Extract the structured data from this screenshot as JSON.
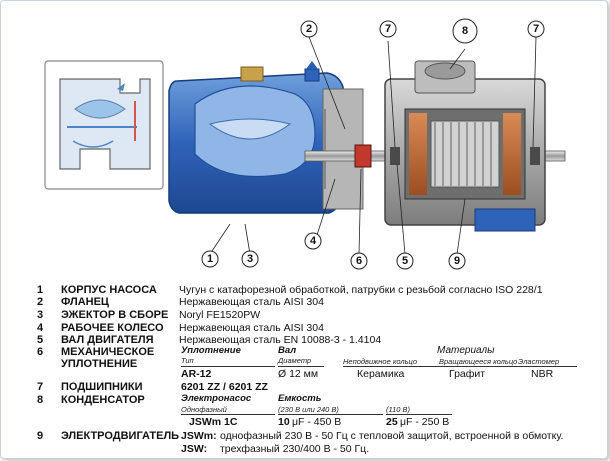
{
  "callouts": [
    "1",
    "3",
    "4",
    "6",
    "5",
    "9",
    "2",
    "7",
    "8",
    "7"
  ],
  "parts": [
    {
      "num": "1",
      "name": "КОРПУС НАСОСА",
      "material": "Чугун с катафорезной обработкой, патрубки с резьбой согласно ISO 228/1"
    },
    {
      "num": "2",
      "name": "ФЛАНЕЦ",
      "material": "Нержавеющая сталь AISI 304"
    },
    {
      "num": "3",
      "name": "ЭЖЕКТОР В СБОРЕ",
      "material": "Noryl FE1520PW"
    },
    {
      "num": "4",
      "name": "РАБОЧЕЕ КОЛЕСО",
      "material": "Нержавеющая сталь AISI 304"
    },
    {
      "num": "5",
      "name": "ВАЛ ДВИГАТЕЛЯ",
      "material": "Нержавеющая сталь EN 10088-3 - 1.4104"
    },
    {
      "num": "6",
      "name": "МЕХАНИЧЕСКОЕ УПЛОТНЕНИЕ"
    },
    {
      "num": "7",
      "name": "ПОДШИПНИКИ"
    },
    {
      "num": "8",
      "name": "КОНДЕНСАТОР"
    },
    {
      "num": "9",
      "name": "ЭЛЕКТРОДВИГАТЕЛЬ"
    }
  ],
  "seal": {
    "h_seal": "Уплотнение",
    "h_shaft": "Вал",
    "h_materials": "Материалы",
    "h_type": "Тип",
    "h_diameter": "Диаметр",
    "h_fixed": "Неподвижное кольцо",
    "h_rotating": "Вращающееся кольцо",
    "h_elastomer": "Эластомер",
    "type": "AR-12",
    "diameter": "Ø 12 мм",
    "fixed": "Керамика",
    "rotating": "Графит",
    "elastomer": "NBR"
  },
  "bearings": "6201 ZZ / 6201 ZZ",
  "capacitor": {
    "h_pump": "Электронасос",
    "h_capacity": "Емкость",
    "h_single": "Однофазный",
    "h_230": "(230 В или 240 В)",
    "h_110": "(110 В)",
    "model": "JSWm 1C",
    "cap_230_val": "10",
    "cap_230_rest": "μF - 450 В",
    "cap_110_val": "25",
    "cap_110_rest": "μF - 250 В"
  },
  "motor": [
    {
      "model": "JSWm:",
      "text": "однофазный 230 В - 50 Гц с тепловой защитой, встроенной в обмотку."
    },
    {
      "model": "JSW:",
      "text": "трехфазный 230/400 В - 50 Гц."
    }
  ]
}
